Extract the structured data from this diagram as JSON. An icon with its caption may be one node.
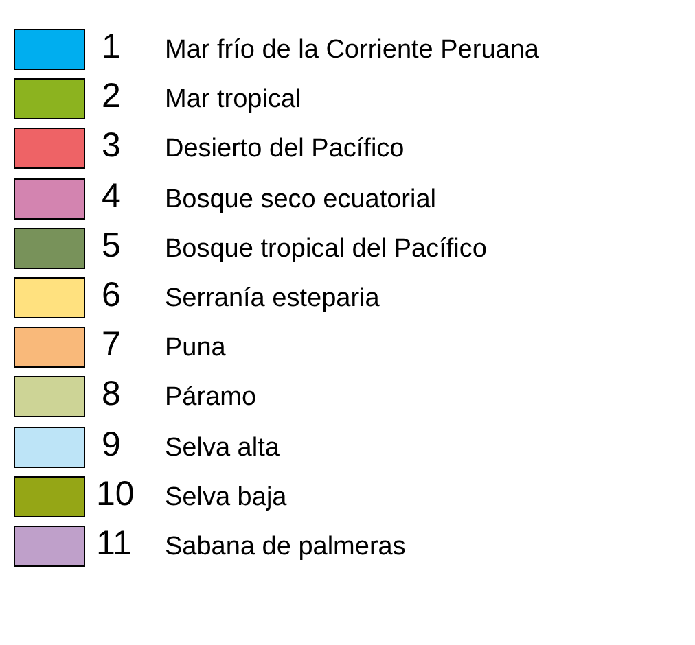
{
  "diagram": {
    "labels": [
      "1",
      "2",
      "3",
      "4",
      "5",
      "6",
      "7",
      "8",
      "9",
      "10",
      "11"
    ],
    "legend": [
      {
        "text": "Mar frío de la Corriente Peruana",
        "color": "#00aeef"
      },
      {
        "text": "Mar tropical",
        "color": "#8cb31f"
      },
      {
        "text": "Desierto del Pacífico",
        "color": "#ee6366"
      },
      {
        "text": "Bosque seco ecuatorial",
        "color": "#d384b0"
      },
      {
        "text": "Bosque tropical del Pacífico",
        "color": "#78925a"
      },
      {
        "text": "Serranía esteparia",
        "color": "#ffe17f"
      },
      {
        "text": "Puna",
        "color": "#f9b97a"
      },
      {
        "text": "Páramo",
        "color": "#cdd496"
      },
      {
        "text": "Selva alta",
        "color": "#bde4f7"
      },
      {
        "text": "Selva baja",
        "color": "#95a616"
      },
      {
        "text": "Sabana de palmeras",
        "color": "#bfa0ca"
      }
    ]
  }
}
